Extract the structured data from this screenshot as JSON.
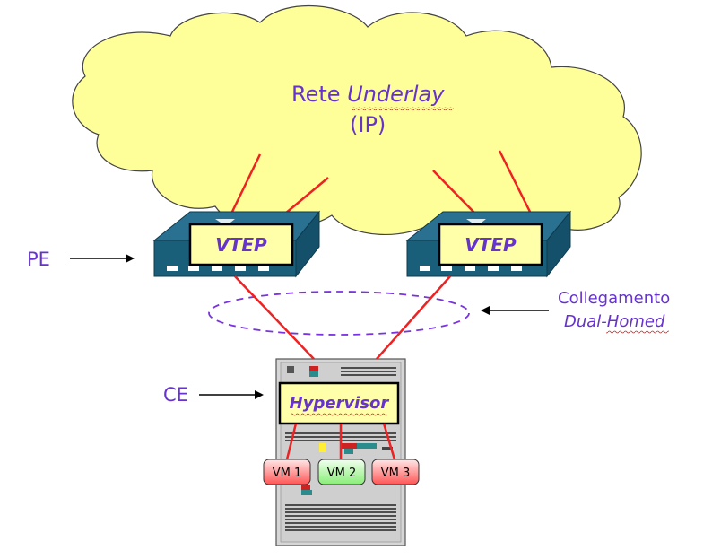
{
  "cloud": {
    "title_plain": "Rete ",
    "title_italic": "Underlay",
    "subtitle": "(IP)"
  },
  "vtep_left": {
    "label": "VTEP"
  },
  "vtep_right": {
    "label": "VTEP"
  },
  "labels": {
    "pe": "PE",
    "ce": "CE",
    "link_line1": "Collegamento",
    "link_line2": "Dual-Homed"
  },
  "hypervisor": {
    "label": "Hypervisor"
  },
  "vms": [
    {
      "label": "VM 1"
    },
    {
      "label": "VM 2"
    },
    {
      "label": "VM 3"
    }
  ],
  "colors": {
    "cloud_fill": "#ffff99",
    "text_purple": "#6633cc",
    "link_red": "#ee2222",
    "switch_blue": "#1a5f7a",
    "label_yellow": "#ffffaa",
    "vm_red": "#ff7777",
    "vm_green": "#aaff99"
  }
}
